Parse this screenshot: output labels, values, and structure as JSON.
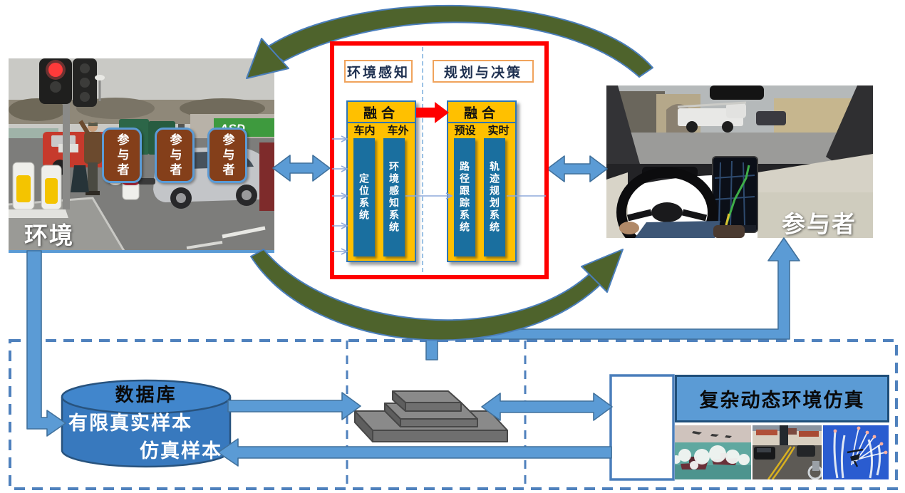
{
  "left_photo": {
    "caption": "环境",
    "participants": [
      "参与者",
      "参与者",
      "参与者"
    ],
    "store_sign": "ASD"
  },
  "right_photo": {
    "caption": "参与者"
  },
  "center_module": {
    "perception": {
      "title": "环境感知",
      "fusion": "融合",
      "columns": [
        "车内",
        "车外"
      ],
      "systems": [
        "定位系统",
        "环境感知系统"
      ]
    },
    "planning": {
      "title": "规划与决策",
      "fusion": "融合",
      "columns": [
        "预设",
        "实时"
      ],
      "systems": [
        "路径跟踪系统",
        "轨迹规划系统"
      ]
    }
  },
  "database": {
    "title": "数据库",
    "real_samples": "有限真实样本",
    "sim_samples": "仿真样本"
  },
  "simulation": {
    "title": "复杂动态环境仿真"
  },
  "colors": {
    "arrow_blue": "#5B9BD5",
    "arrow_outline": "#41719C",
    "dashed_border_blue": "#4F81BD",
    "feedback_green": "#4E632C",
    "module_border_red": "#FF0000",
    "panel_yellow": "#FFC000",
    "system_bar_blue": "#1A6F9F",
    "participant_brown": "#843F1A",
    "database_blue": "#3879BE",
    "sim_header_blue": "#5B9BD5"
  }
}
